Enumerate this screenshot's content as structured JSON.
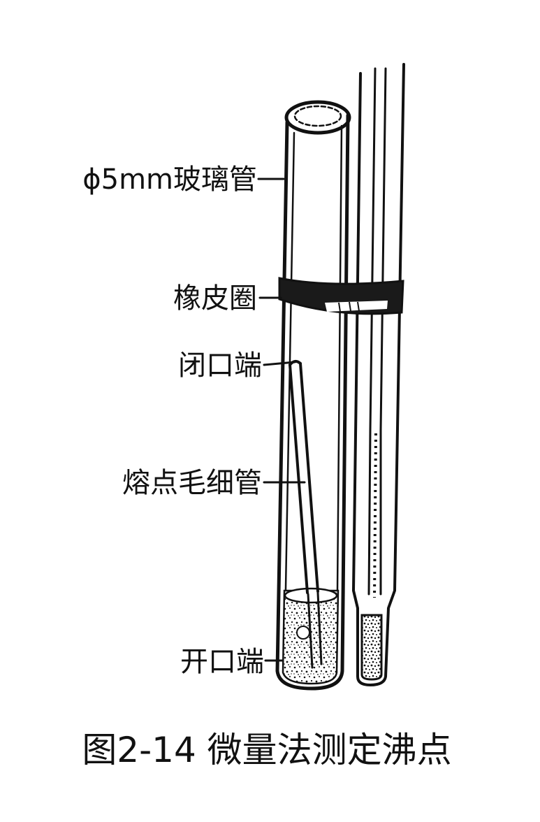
{
  "labels": {
    "glass_tube": "ϕ5mm玻璃管",
    "rubber_band": "橡皮圈",
    "closed_end": "闭口端",
    "capillary": "熔点毛细管",
    "open_end": "开口端"
  },
  "caption": "图2-14 微量法测定沸点"
}
